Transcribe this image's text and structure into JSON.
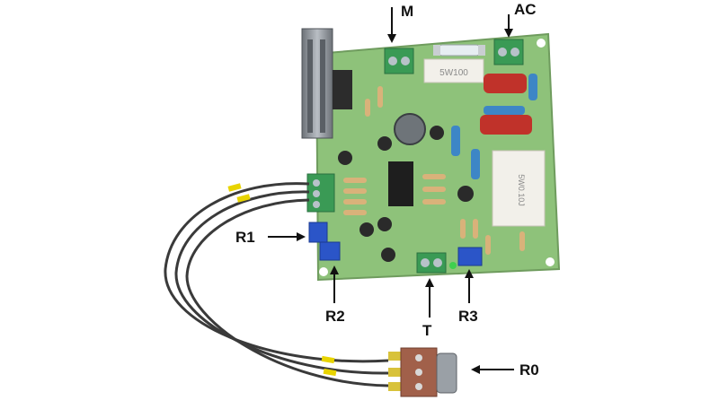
{
  "labels": {
    "m": "M",
    "ac": "AC",
    "r1": "R1",
    "r2": "R2",
    "t": "T",
    "r3": "R3",
    "r0": "R0"
  },
  "board_text": {
    "resistor_top": "5W100",
    "resistor_right": "5W0.10J"
  },
  "colors": {
    "pcb": "#8ec27a",
    "terminal": "#3a9a55",
    "trimmer": "#2b55c8",
    "wire": "#3a3a3a",
    "wire_tape": "#e8d400",
    "heatsink": "#7d8288",
    "capacitor_red": "#c0322a"
  }
}
